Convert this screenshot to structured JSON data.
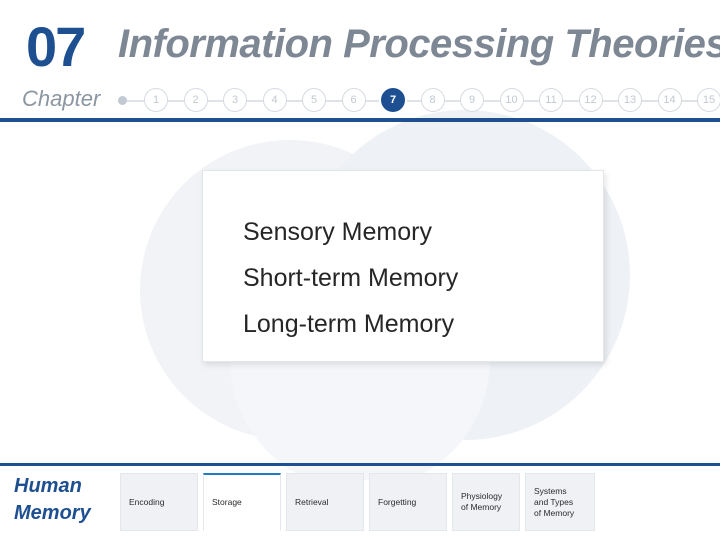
{
  "header": {
    "chapter_number": "07",
    "chapter_word": "Chapter",
    "title": "Information Processing Theories",
    "dots": [
      {
        "label": "1",
        "active": false
      },
      {
        "label": "2",
        "active": false
      },
      {
        "label": "3",
        "active": false
      },
      {
        "label": "4",
        "active": false
      },
      {
        "label": "5",
        "active": false
      },
      {
        "label": "6",
        "active": false
      },
      {
        "label": "7",
        "active": true
      },
      {
        "label": "8",
        "active": false
      },
      {
        "label": "9",
        "active": false
      },
      {
        "label": "10",
        "active": false
      },
      {
        "label": "11",
        "active": false
      },
      {
        "label": "12",
        "active": false
      },
      {
        "label": "13",
        "active": false
      },
      {
        "label": "14",
        "active": false
      },
      {
        "label": "15",
        "active": false
      }
    ]
  },
  "content": {
    "lines": [
      "Sensory Memory",
      "Short-term Memory",
      "Long-term Memory"
    ]
  },
  "footer": {
    "label_line1": "Human",
    "label_line2": "Memory",
    "tabs": [
      {
        "lines": [
          "Encoding"
        ],
        "selected": false
      },
      {
        "lines": [
          "Storage"
        ],
        "selected": true
      },
      {
        "lines": [
          "Retrieval"
        ],
        "selected": false
      },
      {
        "lines": [
          "Forgetting"
        ],
        "selected": false
      },
      {
        "lines": [
          "Physiology",
          "of Memory"
        ],
        "selected": false
      },
      {
        "lines": [
          "Systems",
          "and Types",
          "of Memory"
        ],
        "selected": false
      }
    ]
  },
  "colors": {
    "accent_blue": "#1d4f91",
    "tab_selected_accent": "#1d7ec4",
    "title_gray": "#7d8894"
  }
}
